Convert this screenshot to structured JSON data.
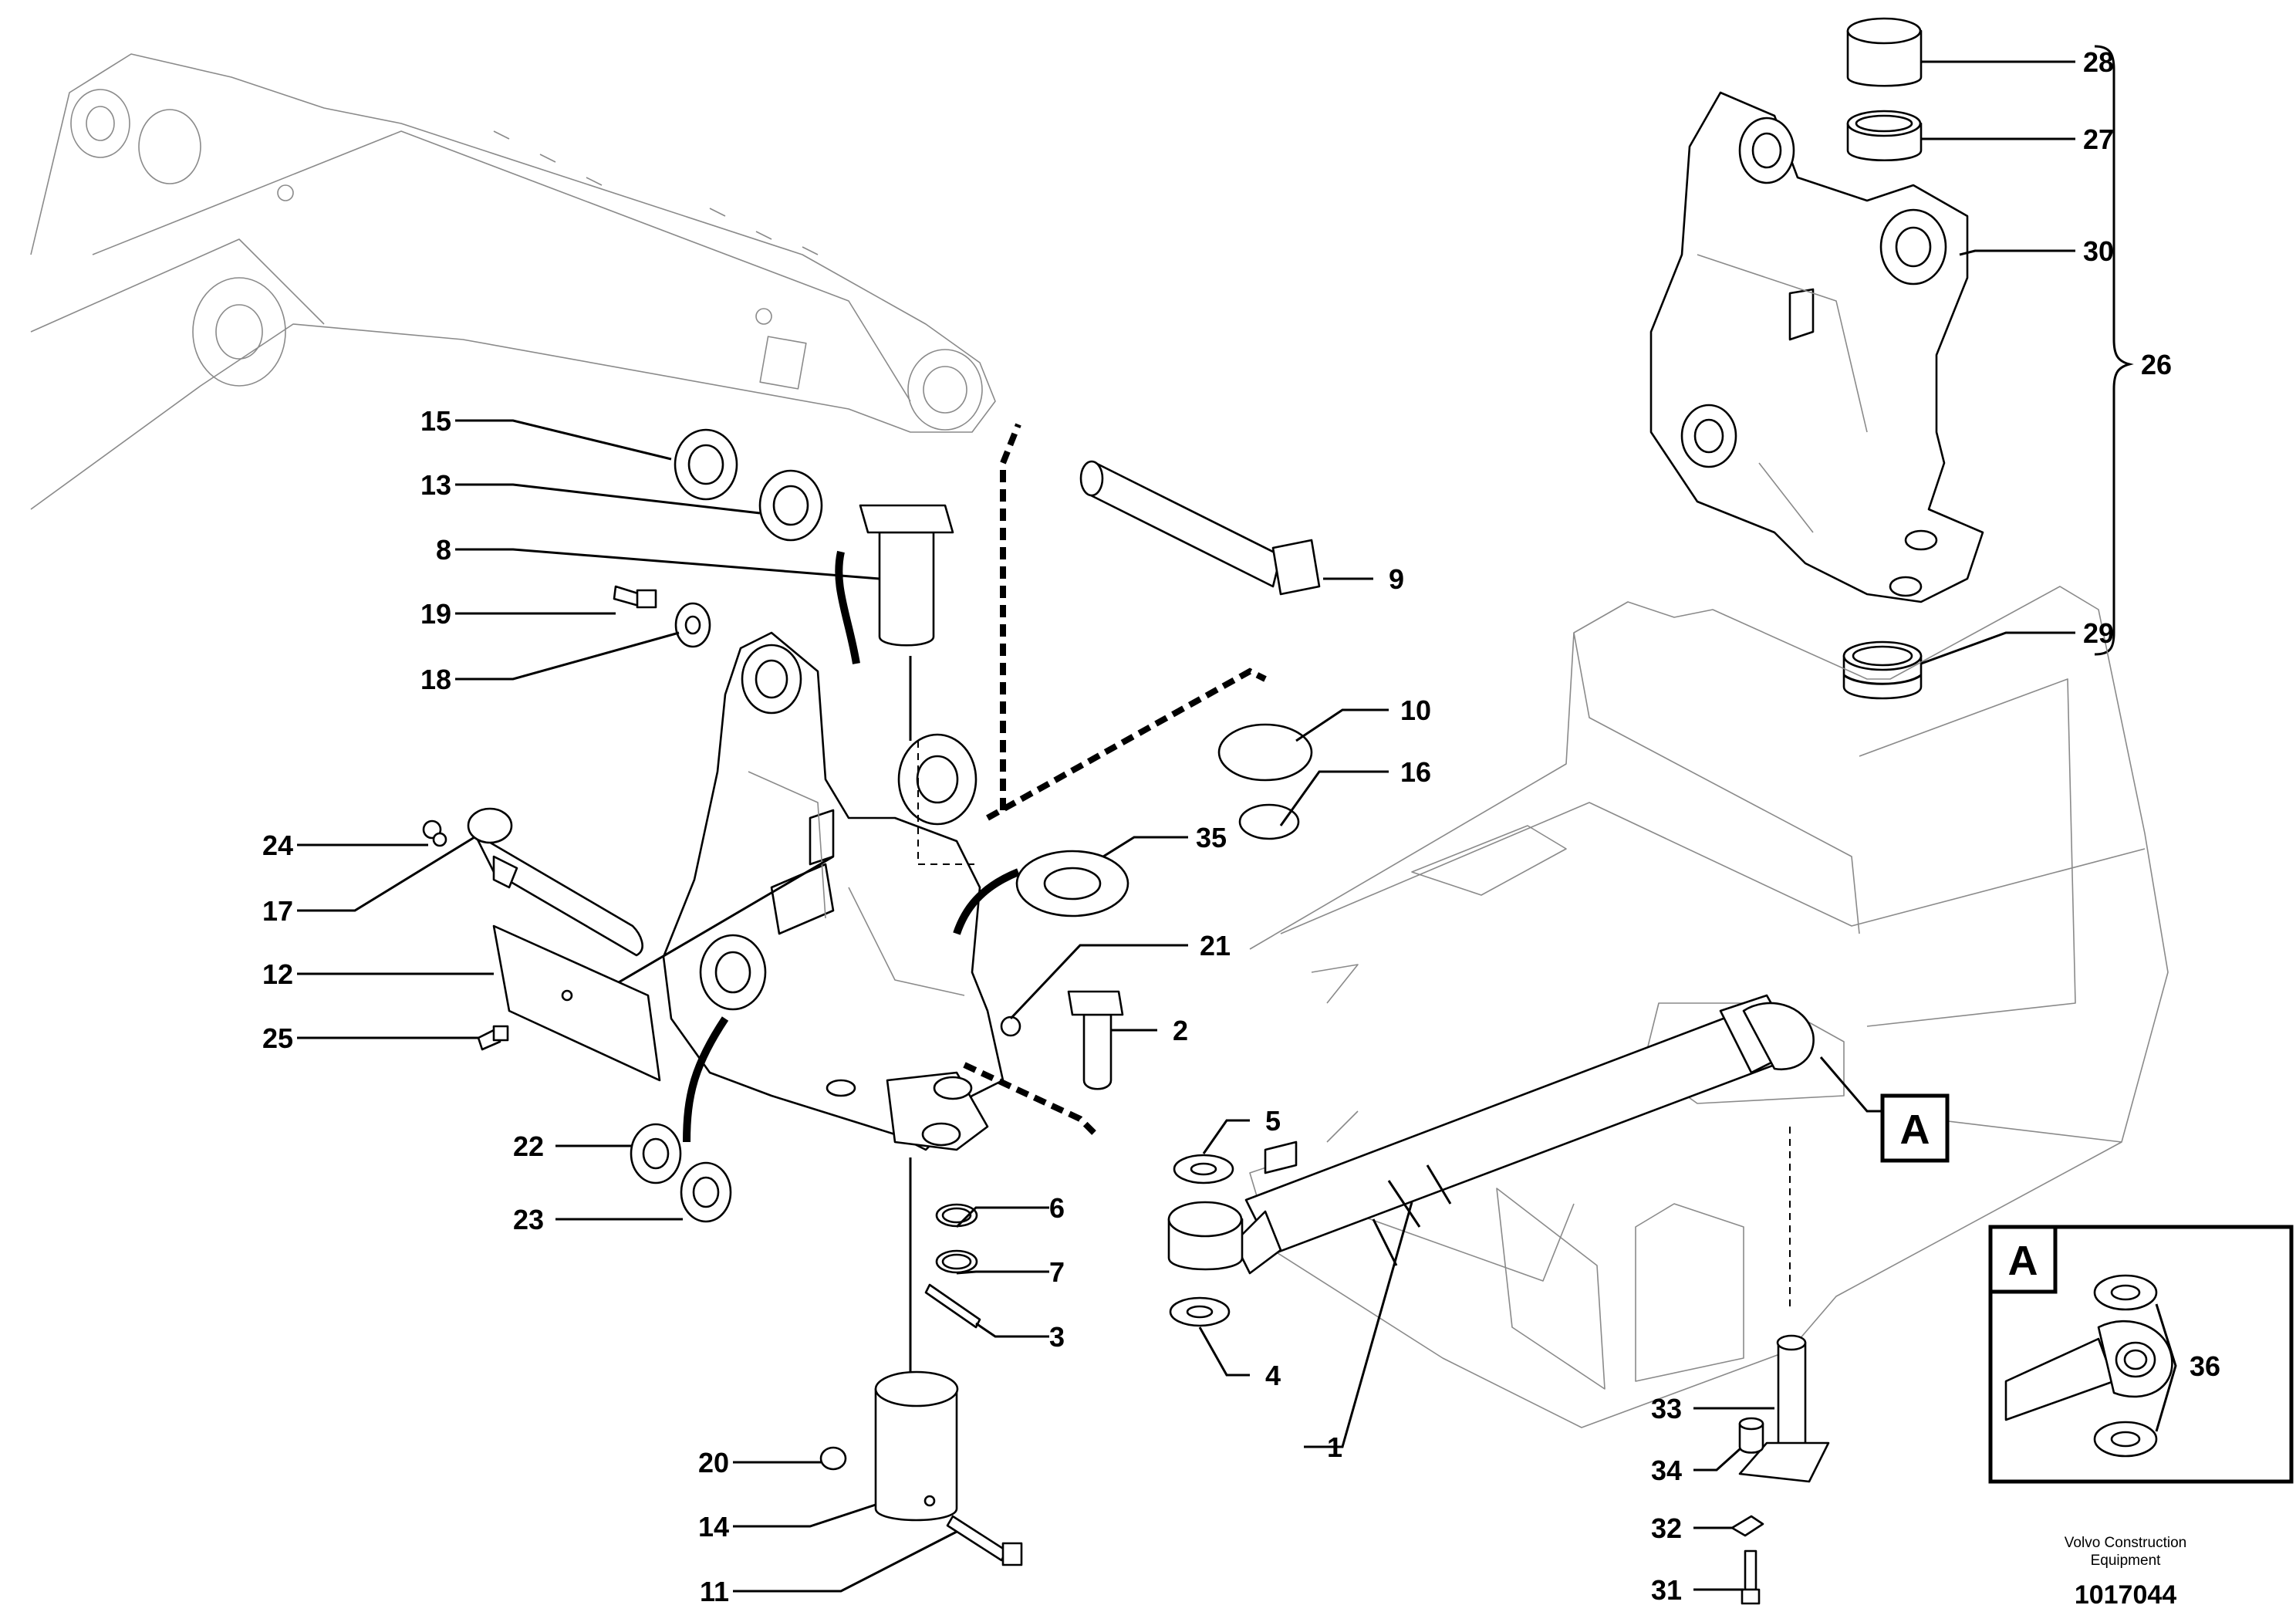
{
  "labels": [
    {
      "text": "1"
    },
    {
      "text": "2"
    },
    {
      "text": "3"
    },
    {
      "text": "4"
    },
    {
      "text": "5"
    },
    {
      "text": "6"
    },
    {
      "text": "7"
    },
    {
      "text": "8"
    },
    {
      "text": "9"
    },
    {
      "text": "10"
    },
    {
      "text": "11"
    },
    {
      "text": "12"
    },
    {
      "text": "13"
    },
    {
      "text": "14"
    },
    {
      "text": "15"
    },
    {
      "text": "16"
    },
    {
      "text": "17"
    },
    {
      "text": "18"
    },
    {
      "text": "19"
    },
    {
      "text": "20"
    },
    {
      "text": "21"
    },
    {
      "text": "22"
    },
    {
      "text": "23"
    },
    {
      "text": "24"
    },
    {
      "text": "25"
    },
    {
      "text": "26"
    },
    {
      "text": "27"
    },
    {
      "text": "28"
    },
    {
      "text": "29"
    },
    {
      "text": "30"
    },
    {
      "text": "31"
    },
    {
      "text": "32"
    },
    {
      "text": "33"
    },
    {
      "text": "34"
    },
    {
      "text": "35"
    },
    {
      "text": "36"
    }
  ],
  "detail_label_main": "A",
  "detail_label_inset": "A",
  "footer": {
    "manufacturer_line1": "Volvo Construction",
    "manufacturer_line2": "Equipment",
    "drawing_number": "1017044"
  }
}
